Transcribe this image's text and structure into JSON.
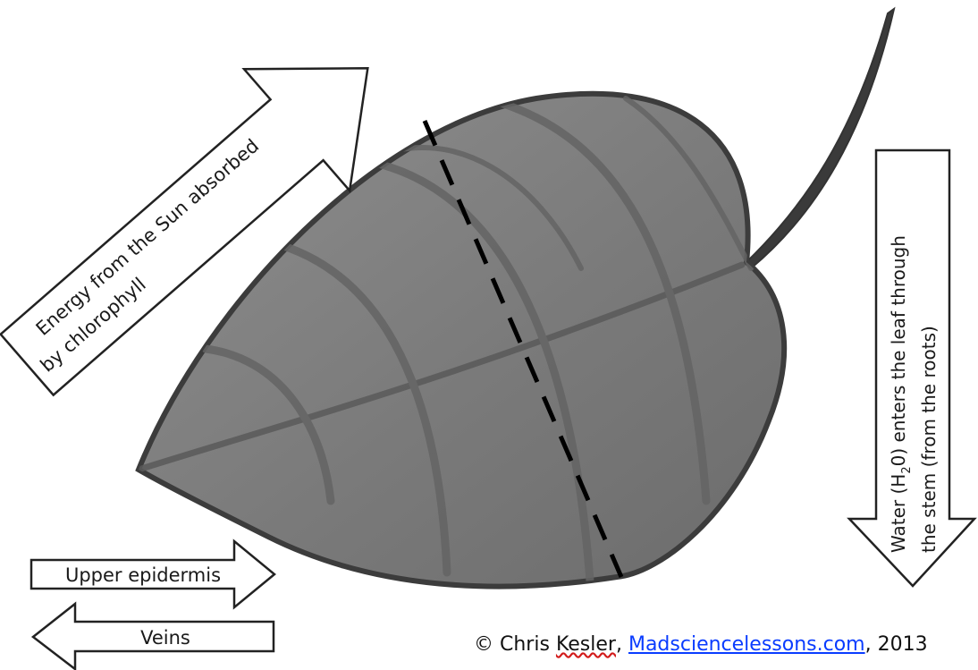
{
  "labels": {
    "energy_line1": "Energy from the Sun absorbed",
    "energy_line2": "by chlorophyll",
    "upper_epidermis": "Upper epidermis",
    "veins": "Veins",
    "water_line1_pre": "Water (H",
    "water_line1_sub": "2",
    "water_line1_post": "0) enters the leaf through",
    "water_line2": "the stem (from the roots)"
  },
  "footer": {
    "copyright_symbol": "©",
    "author_first": "Chris",
    "author_last": "Kesler",
    "separator": ",",
    "site": "Madsciencelessons.com",
    "year": ", 2013"
  },
  "colors": {
    "leaf_fill": "#7b7b7b",
    "leaf_outline": "#3c3c3c",
    "vein": "#5c5c5c",
    "cut_line": "#000000",
    "link": "#0a3cff"
  }
}
